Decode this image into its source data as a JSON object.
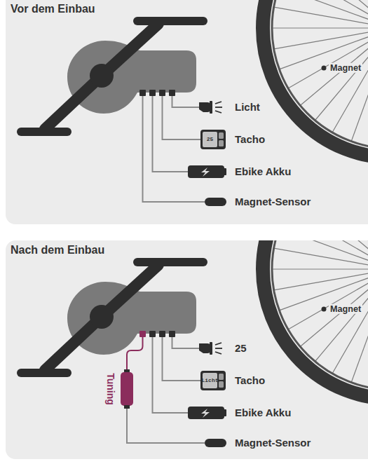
{
  "diagram": {
    "nodes": [
      {
        "text": [
          "Vor dem Einbau"
        ]
      },
      {
        "text": [
          "Nach dem Einbau"
        ]
      }
    ],
    "labels": [
      "Magnet",
      "Licht",
      "25",
      "Tacho",
      "Ebike Akku",
      "Magnet-Sensor",
      "Magnet",
      "Tuning",
      "Licht",
      "25",
      "Tacho",
      "Ebike Akku",
      "Magnet-Sensor"
    ]
  }
}
